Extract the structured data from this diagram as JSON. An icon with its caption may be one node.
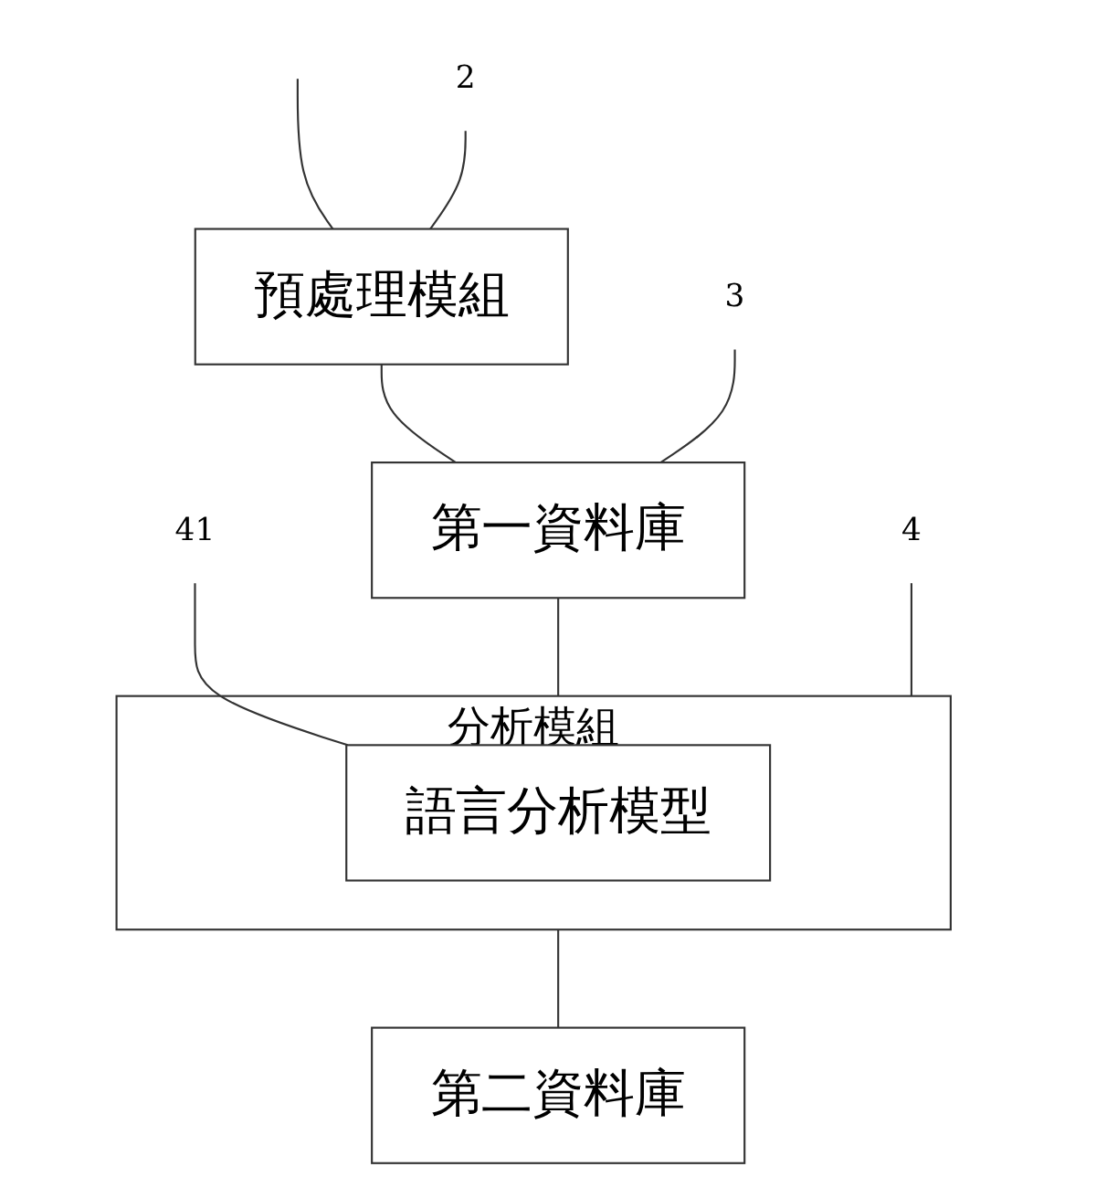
{
  "diagram": {
    "nodes": [
      {
        "text": [
          "預處理模組"
        ]
      },
      {
        "text": [
          "2"
        ]
      },
      {
        "text": [
          "第一資料庫"
        ]
      },
      {
        "text": [
          "3"
        ]
      },
      {
        "text": [
          "分析模組"
        ]
      },
      {
        "text": [
          "語言分析模型"
        ],
        "in": 4
      },
      {
        "text": [
          "4"
        ]
      },
      {
        "text": [
          "41"
        ]
      },
      {
        "text": [
          "第二資料庫"
        ]
      }
    ],
    "edges": [
      {
        "from": null,
        "to": 0,
        "arrow": "none"
      },
      {
        "from": 0,
        "to": 2,
        "arrow": "none"
      },
      {
        "from": 2,
        "to": 4,
        "arrow": "none"
      },
      {
        "from": 4,
        "to": 8,
        "arrow": "none"
      },
      {
        "from": 1,
        "to": 0,
        "arrow": "none"
      },
      {
        "from": 3,
        "to": 2,
        "arrow": "none"
      },
      {
        "from": 6,
        "to": 4,
        "arrow": "none"
      },
      {
        "from": 7,
        "to": 5,
        "arrow": "none"
      }
    ]
  }
}
